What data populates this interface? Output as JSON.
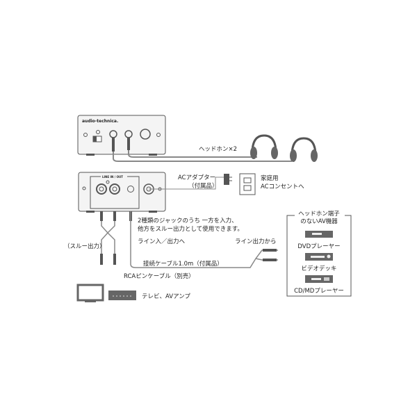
{
  "brand_logo": "audio-technica.",
  "panel_label": "LINE IN / OUT",
  "labels": {
    "headphones": "ヘッドホン×2",
    "ac_adapter_1": "ACアダプター",
    "ac_adapter_2": "（付属品）",
    "outlet_1": "家庭用",
    "outlet_2": "ACコンセントへ",
    "jack_note_1": "2種類のジャックのうち 一方を入力、",
    "jack_note_2": "他方をスルー出力として使用できます。",
    "line_in_out": "ライン入／出力へ",
    "line_out_from": "ライン出力から",
    "cable": "接続ケーブル1.0m（付属品）",
    "through_out": "（スルー出力）",
    "rca_cable": "RCAピンケーブル（別売）",
    "tv_amp": "テレビ、AVアンプ"
  },
  "av_box": {
    "title_1": "ヘッドホン端子",
    "title_2": "のないAV機器",
    "devices": [
      "DVDプレーヤー",
      "ビデオデッキ",
      "CD/MDプレーヤー"
    ]
  },
  "colors": {
    "device": "#f2f2f2",
    "stroke": "#555555",
    "cable": "#888888",
    "dark": "#555555"
  }
}
